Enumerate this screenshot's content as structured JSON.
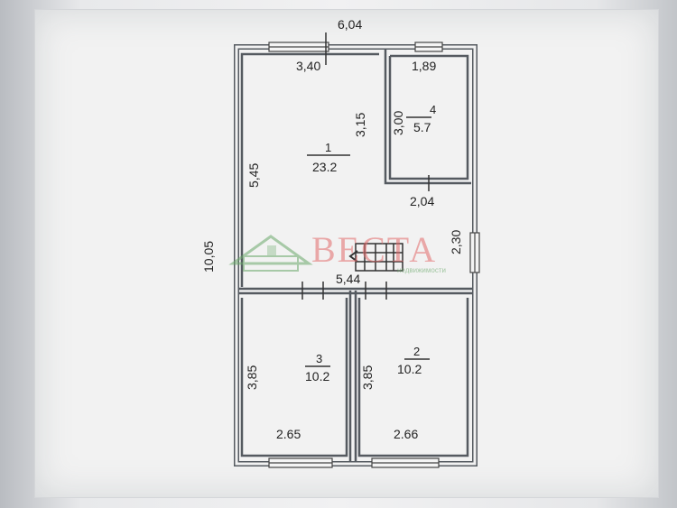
{
  "plan": {
    "overall_width": "6,04",
    "overall_height": "10,05",
    "inner_width": "5,44",
    "rooms": [
      {
        "id": "room-1",
        "number": "1",
        "area": "23.2",
        "width": "3,40",
        "height": "5,45"
      },
      {
        "id": "room-2",
        "number": "2",
        "area": "10.2",
        "width": "2.66",
        "height": "3,85"
      },
      {
        "id": "room-3",
        "number": "3",
        "area": "10.2",
        "width": "2.65",
        "height": "3,85"
      },
      {
        "id": "room-4",
        "number": "4",
        "area": "5.7",
        "width": "1,89",
        "height": "3,00"
      }
    ],
    "dimensions": {
      "room1_right_wall": "3,15",
      "corridor_width": "2,04",
      "corridor_height": "2,30"
    }
  },
  "watermark": {
    "brand": "ВЕСТА",
    "tagline": "недвижимости"
  },
  "colors": {
    "wall": "#555a60",
    "watermark_red": "#e36a6a",
    "watermark_green": "#6aa86a"
  }
}
